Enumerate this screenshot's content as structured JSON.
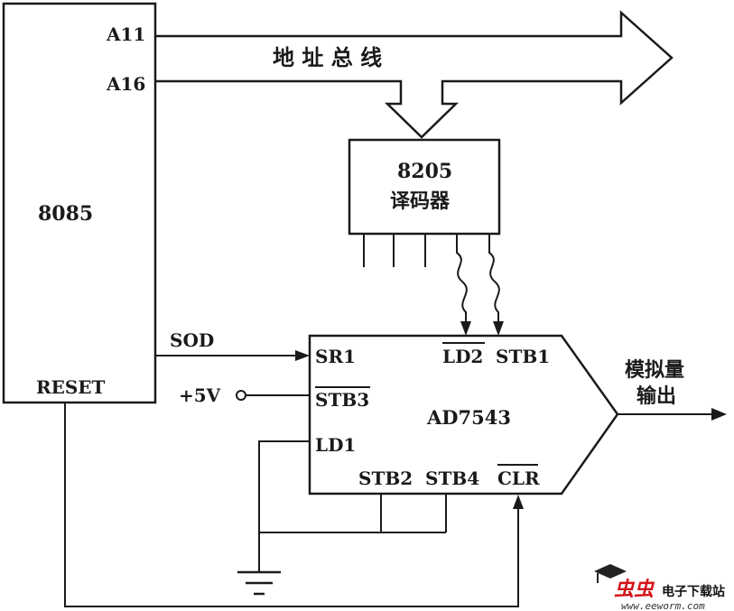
{
  "cpu": {
    "name": "8085",
    "pins": {
      "a11": "A11",
      "a16": "A16",
      "sod": "SOD",
      "reset": "RESET"
    }
  },
  "bus": {
    "label": "地 址 总 线"
  },
  "decoder": {
    "part": "8205",
    "desc": "译码器"
  },
  "dac": {
    "name": "AD7543",
    "pins": {
      "sr1": "SR1",
      "stb3": "STB3",
      "ld1": "LD1",
      "ld2": "LD2",
      "stb1": "STB1",
      "stb2": "STB2",
      "stb4": "STB4",
      "clr": "CLR"
    }
  },
  "supply": {
    "label": "+5V"
  },
  "output": {
    "line1": "模拟量",
    "line2": "输出"
  },
  "watermark": {
    "brand": "虫虫",
    "tagline": "电子下载站",
    "url": "www.eeworm.com"
  }
}
